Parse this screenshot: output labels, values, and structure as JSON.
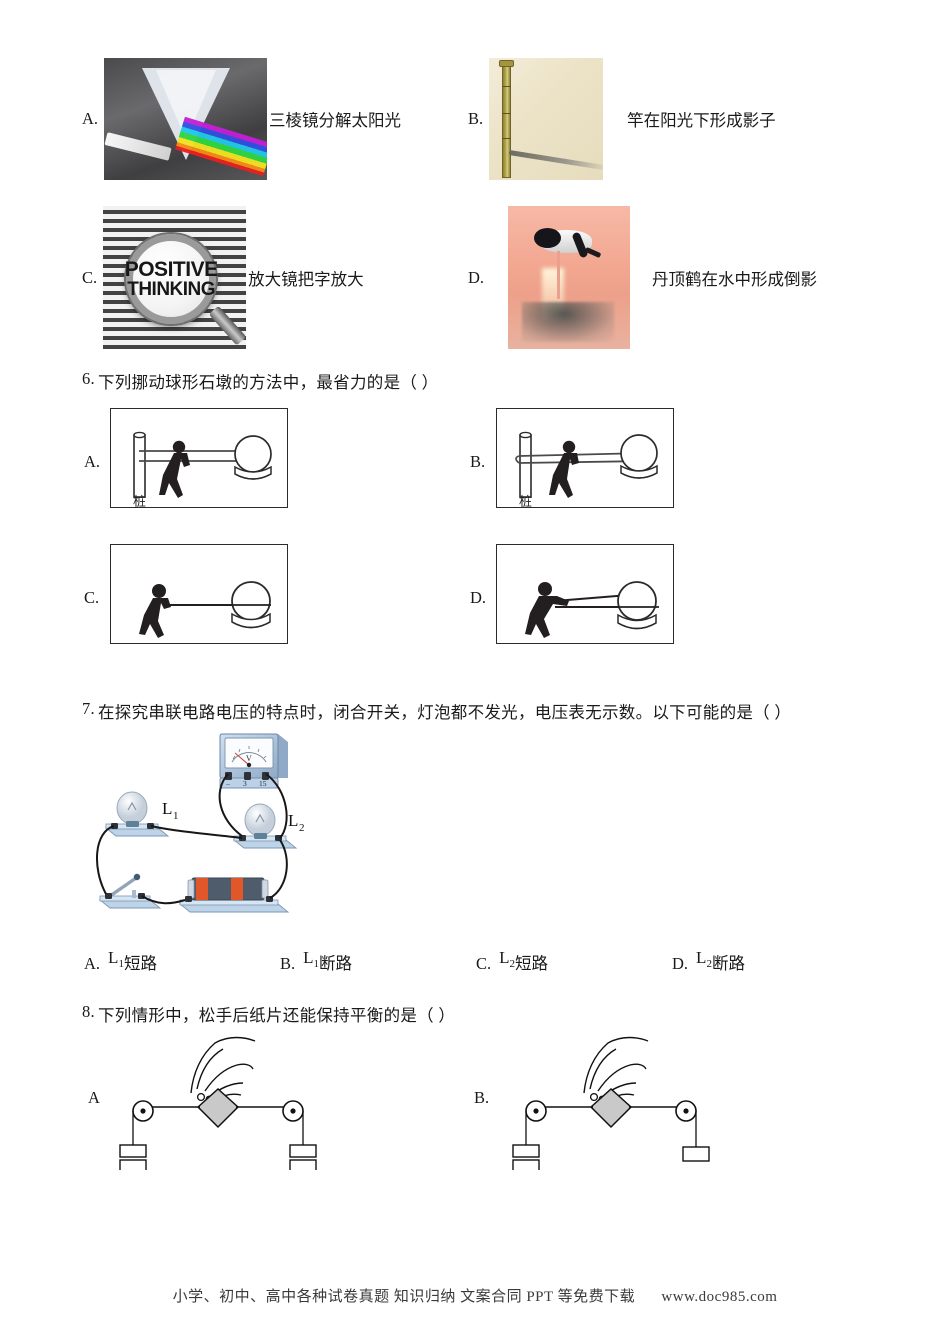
{
  "question5": {
    "options": [
      {
        "letter": "A.",
        "caption": "三棱镜分解太阳光",
        "image": "prism-dispersing-sunlight-photo"
      },
      {
        "letter": "B.",
        "caption": "竿在阳光下形成影子",
        "image": "pole-shadow-in-sunlight-photo"
      },
      {
        "letter": "C.",
        "caption": "放大镜把字放大",
        "image": "magnifier-enlarging-text-photo",
        "lens_text_line1": "POSITIVE",
        "lens_text_line2": "THINKING"
      },
      {
        "letter": "D.",
        "caption": "丹顶鹤在水中形成倒影",
        "image": "crane-reflection-in-water-photo"
      }
    ]
  },
  "question6": {
    "number": "6.",
    "text": "下列挪动球形石墩的方法中，最省力的是（      ）",
    "options": [
      {
        "letter": "A.",
        "diagram": "rope-over-post-pulling-sphere",
        "post_label": "桩"
      },
      {
        "letter": "B.",
        "diagram": "rope-looped-around-post-pulling-sphere",
        "post_label": "桩"
      },
      {
        "letter": "C.",
        "diagram": "direct-horizontal-rope-pulling-sphere"
      },
      {
        "letter": "D.",
        "diagram": "direct-angled-rope-pulling-sphere"
      }
    ]
  },
  "question7": {
    "number": "7.",
    "text": "在探究串联电路电压的特点时，闭合开关，灯泡都不发光，电压表无示数。以下可能的是（      ）",
    "circuit": {
      "lamp1_label": "L",
      "lamp1_sub": "1",
      "lamp2_label": "L",
      "lamp2_sub": "2",
      "meter_face": "V",
      "terminals": [
        "–",
        "3",
        "15"
      ]
    },
    "options": [
      {
        "letter": "A.",
        "symbol": "L",
        "sub": "1",
        "text": "短路"
      },
      {
        "letter": "B.",
        "symbol": "L",
        "sub": "1",
        "text": "断路"
      },
      {
        "letter": "C.",
        "symbol": "L",
        "sub": "2",
        "text": "短路"
      },
      {
        "letter": "D.",
        "symbol": "L",
        "sub": "2",
        "text": "断路"
      }
    ]
  },
  "question8": {
    "number": "8.",
    "text": "下列情形中，松手后纸片还能保持平衡的是（      ）",
    "options": [
      {
        "letter": "A",
        "diagram": "paper-with-two-weights-each-side",
        "left_weights": 2,
        "right_weights": 2
      },
      {
        "letter": "B.",
        "diagram": "paper-with-two-left-one-right-weight",
        "left_weights": 2,
        "right_weights": 1
      }
    ]
  },
  "footer": {
    "text": "小学、初中、高中各种试卷真题  知识归纳  文案合同  PPT 等免费下载",
    "url": "www.doc985.com"
  }
}
